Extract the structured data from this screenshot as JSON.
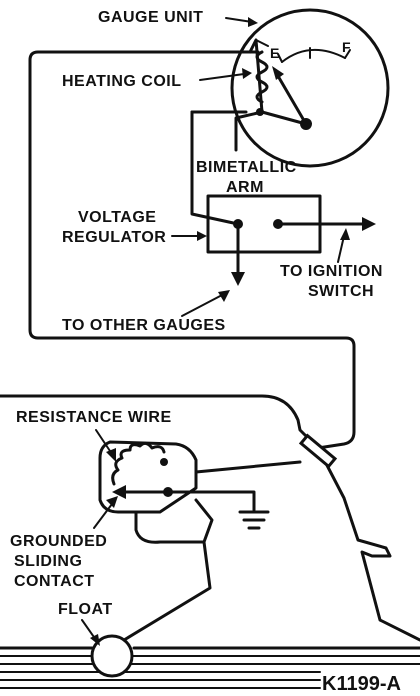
{
  "labels": {
    "gauge_unit": "GAUGE UNIT",
    "heating_coil": "HEATING COIL",
    "bimetallic_1": "BIMETALLIC",
    "bimetallic_2": "ARM",
    "voltage_1": "VOLTAGE",
    "voltage_2": "REGULATOR",
    "ignition_1": "TO IGNITION",
    "ignition_2": "SWITCH",
    "other_gauges": "TO OTHER GAUGES",
    "resistance_wire": "RESISTANCE WIRE",
    "grounded_1": "GROUNDED",
    "grounded_2": "SLIDING",
    "grounded_3": "CONTACT",
    "float": "FLOAT"
  },
  "gauge_face": {
    "empty": "E",
    "full": "F"
  },
  "figure_code": "K1199-A"
}
